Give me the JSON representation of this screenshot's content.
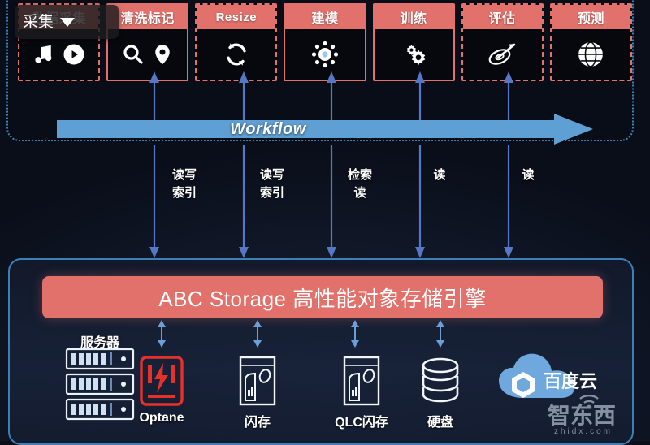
{
  "overlay": {
    "label": "采集",
    "caret_icon": "chevron-down-icon"
  },
  "workflow": {
    "arrow_label": "Workflow",
    "arrow_color": "#5fa0d4",
    "container_border_color": "#3e7fb5",
    "stages": [
      {
        "title": "数据采集",
        "border": "dashed",
        "icons": [
          "music-note-icon",
          "play-circle-icon"
        ]
      },
      {
        "title": "清洗标记",
        "border": "solid",
        "icons": [
          "search-icon",
          "location-pin-icon"
        ]
      },
      {
        "title": "Resize",
        "border": "dashed",
        "icons": [
          "refresh-cycle-icon"
        ]
      },
      {
        "title": "建模",
        "border": "solid",
        "icons": [
          "model-node-icon"
        ]
      },
      {
        "title": "训练",
        "border": "solid",
        "icons": [
          "gears-icon"
        ]
      },
      {
        "title": "评估",
        "border": "dashed",
        "icons": [
          "dart-target-icon"
        ]
      },
      {
        "title": "预测",
        "border": "dashed",
        "icons": [
          "globe-icon"
        ]
      }
    ],
    "flow_labels": [
      "读写\n索引",
      "读写\n索引",
      "检索\n读",
      "读",
      "读"
    ]
  },
  "storage": {
    "banner": "ABC Storage 高性能对象存储引擎",
    "banner_color": "#e2716b",
    "container_border_color": "#3e7fb5",
    "server_label": "服务器",
    "devices": [
      {
        "label": "Optane",
        "icon": "optane-ssd-icon",
        "color": "#e8302a"
      },
      {
        "label": "闪存",
        "icon": "flash-drive-icon",
        "color": "#ffffff"
      },
      {
        "label": "QLC闪存",
        "icon": "qlc-drive-icon",
        "color": "#ffffff"
      },
      {
        "label": "硬盘",
        "icon": "database-disk-icon",
        "color": "#ffffff"
      }
    ],
    "cloud_brand": "百度云",
    "cloud_icon": "baidu-cloud-icon",
    "cloud_color": "#6fa8dc"
  },
  "watermark": {
    "name": "智东西",
    "url": "zhidx.com"
  }
}
